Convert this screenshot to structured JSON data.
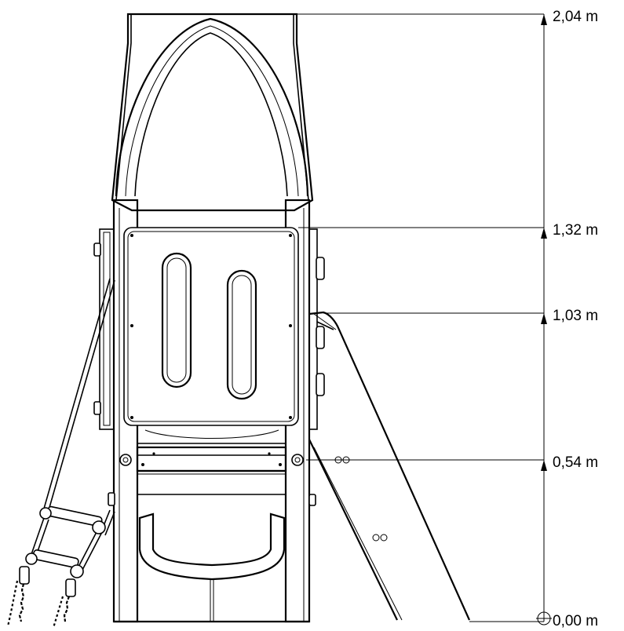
{
  "dimensions": [
    {
      "label": "2,04 m",
      "value_m": 2.04
    },
    {
      "label": "1,32 m",
      "value_m": 1.32
    },
    {
      "label": "1,03 m",
      "value_m": 1.03
    },
    {
      "label": "0,54 m",
      "value_m": 0.54
    },
    {
      "label": "0,00 m",
      "value_m": 0.0
    }
  ],
  "colors": {
    "line": "#000000",
    "background": "#ffffff"
  }
}
